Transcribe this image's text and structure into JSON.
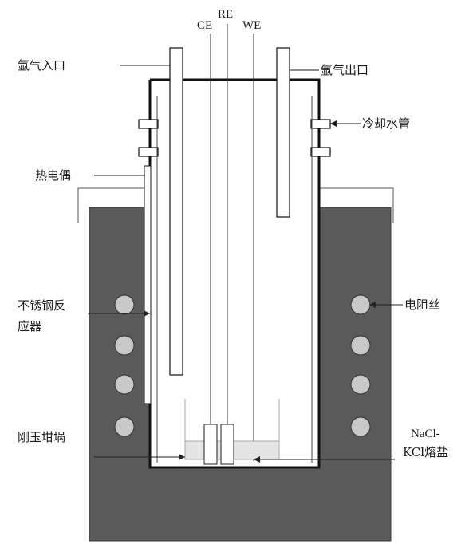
{
  "electrodes": {
    "ce": "CE",
    "re": "RE",
    "we": "WE"
  },
  "labels": {
    "argon_inlet": "氩气入口",
    "argon_outlet": "氩气出口",
    "cooling_pipe": "冷却水管",
    "thermocouple": "热电偶",
    "resistance_wire": "电阻丝",
    "reactor_line1": "不锈钢反",
    "reactor_line2": "应器",
    "crucible": "刚玉坩埚",
    "salt_line1": "NaCl-",
    "salt_line2": "KCl熔盐"
  },
  "colors": {
    "furnace": "#5a5a5a",
    "reactor_fill": "#ffffff",
    "coil": "#c8c8c8",
    "salt": "#e4e4e4",
    "line": "#1a1a1a"
  }
}
